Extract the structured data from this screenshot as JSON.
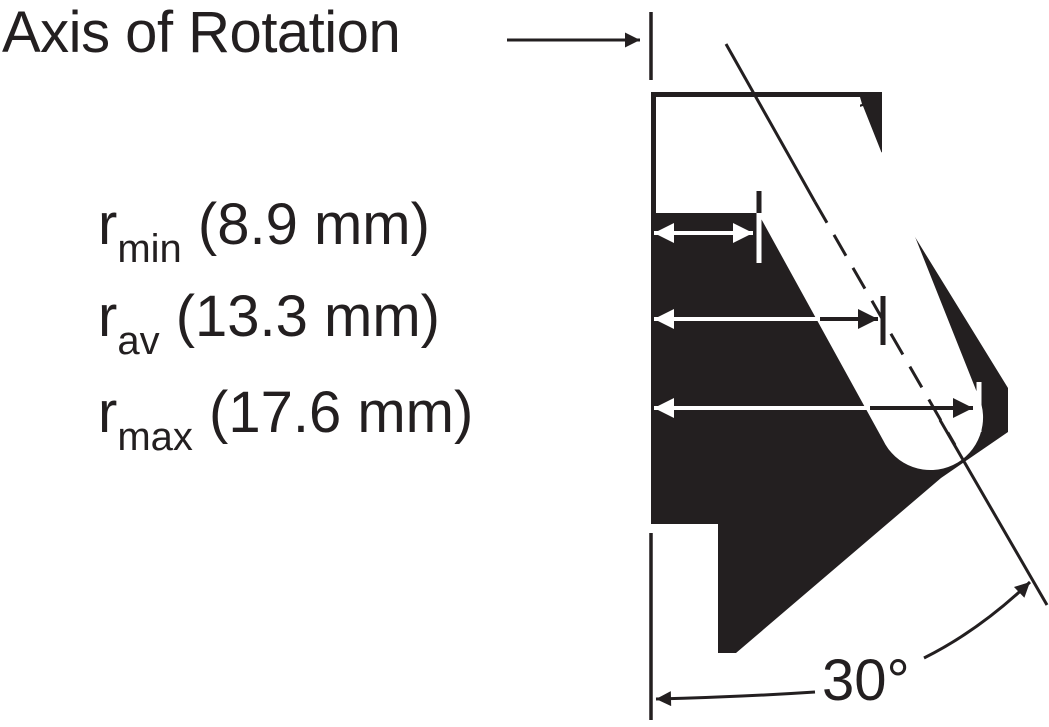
{
  "diagram": {
    "type": "fixed-angle rotor cross-section",
    "axis_label": "Axis of Rotation",
    "radii": [
      {
        "symbol": "r",
        "subscript": "min",
        "value": "(8.9 mm)"
      },
      {
        "symbol": "r",
        "subscript": "av",
        "value": "(13.3 mm)"
      },
      {
        "symbol": "r",
        "subscript": "max",
        "value": "(17.6 mm)"
      }
    ],
    "angle_label": "30°",
    "colors": {
      "ink": "#231f20",
      "background": "#ffffff"
    }
  }
}
